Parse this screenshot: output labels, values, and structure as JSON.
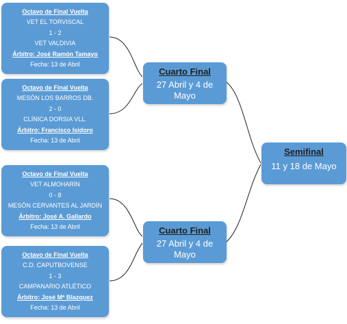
{
  "matches": [
    {
      "stage": "Octavo de Final Vuelta",
      "home": "VET EL TORVISCAL",
      "score": "1 - 2",
      "away": "VET VALDIVIA",
      "referee": "Árbitro: José Ramón Tamayo",
      "date": "Fecha: 13 de Abril"
    },
    {
      "stage": "Octavo de Final Vuelta",
      "home": "MESÓN LOS BARROS DB.",
      "score": "2 - 0",
      "away": "CLÍNICA DORSIA VLL.",
      "referee": "Árbitro: Francisco Isidoro",
      "date": "Fecha: 13 de Abril"
    },
    {
      "stage": "Octavo de Final Vuelta",
      "home": "VET ALMOHARÍN",
      "score": "0 - 8",
      "away": "MESÓN CERVANTES AL JARDÍN",
      "referee": "Árbitro: José A. Gallardo",
      "date": "Fecha: 13 de Abril"
    },
    {
      "stage": "Octavo de Final Vuelta",
      "home": "C.D. CAPUTBOVENSE",
      "score": "1 - 3",
      "away": "CAMPANARIO ATLÉTICO",
      "referee": "Árbitro: José Mª Blazquez",
      "date": "Fecha: 13 de Abril"
    }
  ],
  "quarterfinals": [
    {
      "title": "Cuarto Final",
      "date": "27 Abril y 4 de Mayo"
    },
    {
      "title": "Cuarto Final",
      "date": "27 Abril y 4 de Mayo"
    }
  ],
  "semifinal": {
    "title": "Semifinal",
    "date": "11 y 18 de Mayo"
  },
  "colors": {
    "box_fill": "#5b9bd5",
    "connector": "#1f1f1f",
    "title_text": "#1f1f1f",
    "body_text": "#ffffff"
  }
}
